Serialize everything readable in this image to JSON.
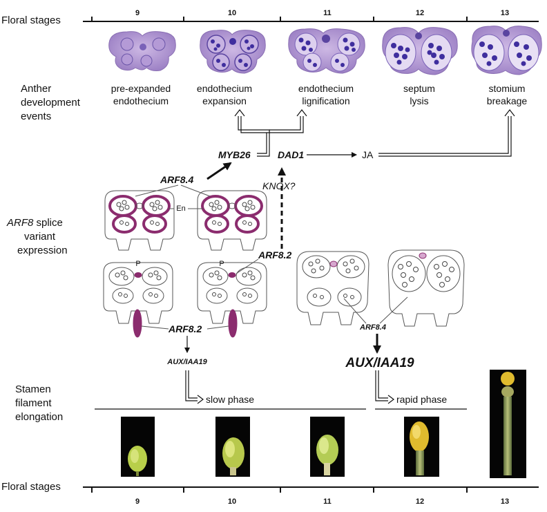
{
  "floral_stages_label": "Floral stages",
  "stages": [
    "9",
    "10",
    "11",
    "12",
    "13"
  ],
  "anther_label": [
    "Anther",
    "development",
    "events"
  ],
  "events": [
    [
      "pre-expanded",
      "endothecium"
    ],
    [
      "endothecium",
      "expansion"
    ],
    [
      "endothecium",
      "lignification"
    ],
    [
      "septum",
      "lysis"
    ],
    [
      "stomium",
      "breakage"
    ]
  ],
  "splice_label": {
    "italic": "ARF8",
    "rest": " splice",
    "line2": "variant",
    "line3": "expression"
  },
  "genes": {
    "myb26": "MYB26",
    "dad1": "DAD1",
    "ja": "JA",
    "knox": "KNOX?",
    "arf84": "ARF8.4",
    "arf82": "ARF8.2",
    "en": "En",
    "p": "P",
    "aux_small": "AUX/IAA19",
    "aux_big": "AUX/IAA19"
  },
  "stamen_label": [
    "Stamen",
    "filament",
    "elongation"
  ],
  "phases": {
    "slow": "slow phase",
    "rapid": "rapid phase"
  },
  "colors": {
    "magenta": "#8b2c6e",
    "section_purple": "#a98bc9",
    "locule": "#3f2e9e",
    "photo_bg": "#050505",
    "stamen_green": "#c8d86a",
    "stamen_yellow": "#e0c23a"
  }
}
